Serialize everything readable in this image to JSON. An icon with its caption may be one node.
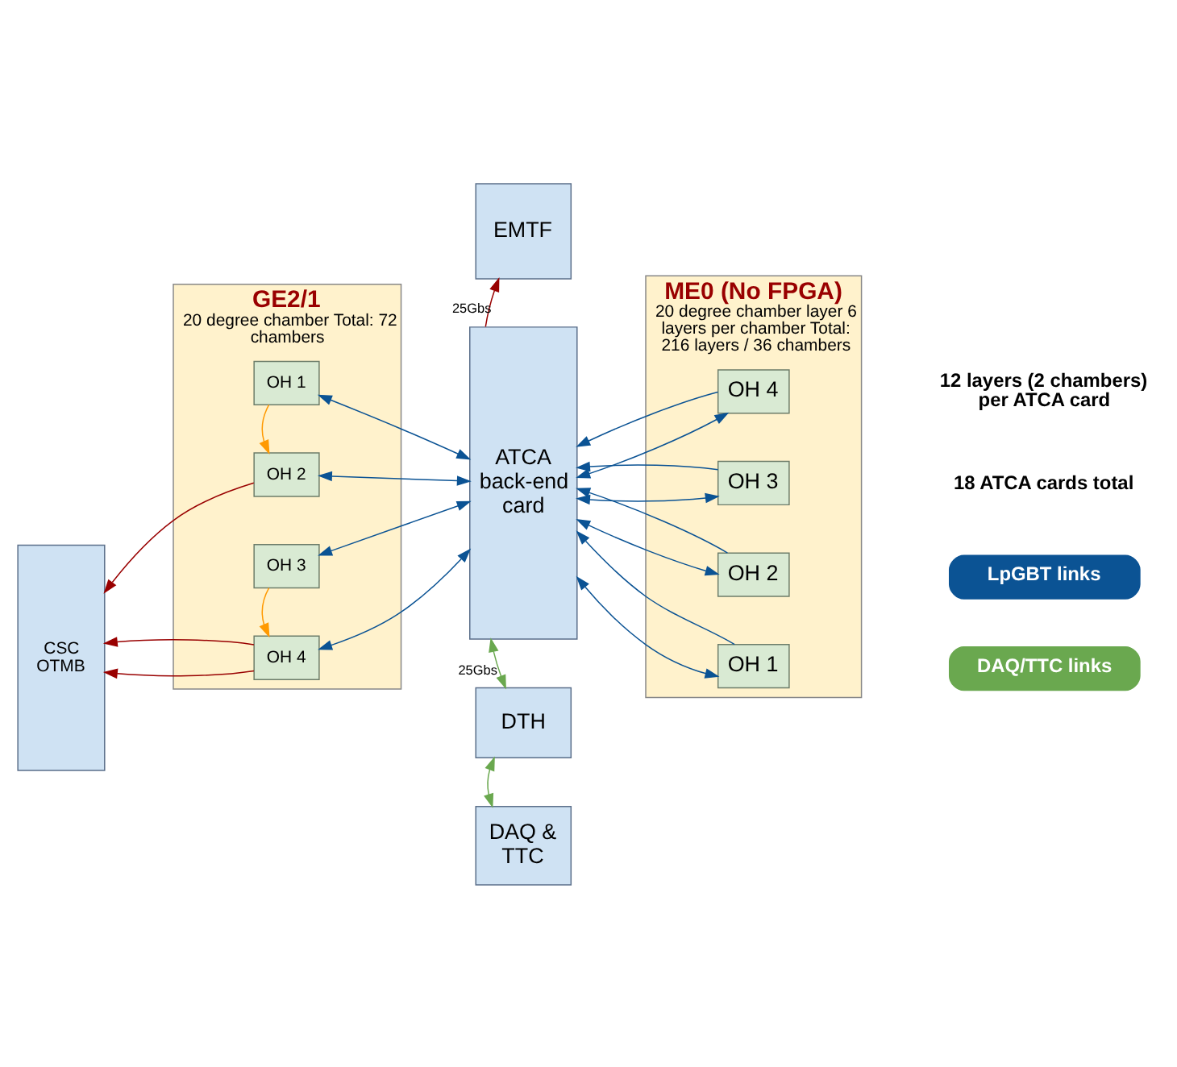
{
  "diagram": {
    "nodes": [
      {
        "text": [
          "EMTF"
        ]
      },
      {
        "text": [
          "GE2/1",
          "20 degree chamber Total: 72 chambers"
        ]
      },
      {
        "text": [
          "CSC OTMB"
        ]
      },
      {
        "text": [
          "OH 4"
        ],
        "in": 1
      },
      {
        "text": [
          "OH 3"
        ],
        "in": 1
      },
      {
        "text": [
          "OH 2"
        ],
        "in": 1
      },
      {
        "text": [
          "OH 1"
        ],
        "in": 1
      },
      {
        "text": [
          "ATCA back-end card"
        ]
      },
      {
        "text": [
          "ME0 (No FPGA)",
          "20 degree chamber layer 6 layers per chamber Total: 216 layers / 36 chambers"
        ]
      },
      {
        "text": [
          "OH 1"
        ],
        "in": 8
      },
      {
        "text": [
          "OH 2"
        ],
        "in": 8
      },
      {
        "text": [
          "OH 3"
        ],
        "in": 8
      },
      {
        "text": [
          "OH 4"
        ],
        "in": 8
      },
      {
        "text": [
          "DTH"
        ]
      },
      {
        "text": [
          "DAQ & TTC"
        ]
      }
    ],
    "edges": [
      {
        "from": 7,
        "to": 0,
        "arrow": "to",
        "label": "25Gbs",
        "color": "#990000"
      },
      {
        "from": 3,
        "to": 2,
        "arrow": "to",
        "color": "#990000"
      },
      {
        "from": 3,
        "to": 2,
        "arrow": "to",
        "color": "#990000"
      },
      {
        "from": 5,
        "to": 2,
        "arrow": "to",
        "color": "#990000"
      },
      {
        "from": 4,
        "to": 3,
        "arrow": "to",
        "color": "#ff9900"
      },
      {
        "from": 6,
        "to": 5,
        "arrow": "to",
        "color": "#ff9900"
      },
      {
        "from": 3,
        "to": 7,
        "arrow": "both"
      },
      {
        "from": 4,
        "to": 7,
        "arrow": "both"
      },
      {
        "from": 5,
        "to": 7,
        "arrow": "both"
      },
      {
        "from": 6,
        "to": 7,
        "arrow": "both"
      },
      {
        "from": 7,
        "to": 9,
        "arrow": "both"
      },
      {
        "from": 9,
        "to": 7,
        "arrow": "to"
      },
      {
        "from": 7,
        "to": 10,
        "arrow": "both"
      },
      {
        "from": 10,
        "to": 7,
        "arrow": "to"
      },
      {
        "from": 7,
        "to": 11,
        "arrow": "both"
      },
      {
        "from": 11,
        "to": 7,
        "arrow": "to"
      },
      {
        "from": 7,
        "to": 12,
        "arrow": "both"
      },
      {
        "from": 12,
        "to": 7,
        "arrow": "to"
      },
      {
        "from": 7,
        "to": 13,
        "arrow": "both",
        "label": "25Gbs",
        "color": "#6aa84f"
      },
      {
        "from": 13,
        "to": 14,
        "arrow": "both",
        "color": "#6aa84f"
      }
    ],
    "labels": [
      "12 layers (2 chambers) per ATCA card",
      "18 ATCA cards total"
    ],
    "legend": [
      {
        "text": "LpGBT links",
        "color": "#0b5394"
      },
      {
        "text": "DAQ/TTC links",
        "color": "#6aa84f"
      }
    ]
  }
}
